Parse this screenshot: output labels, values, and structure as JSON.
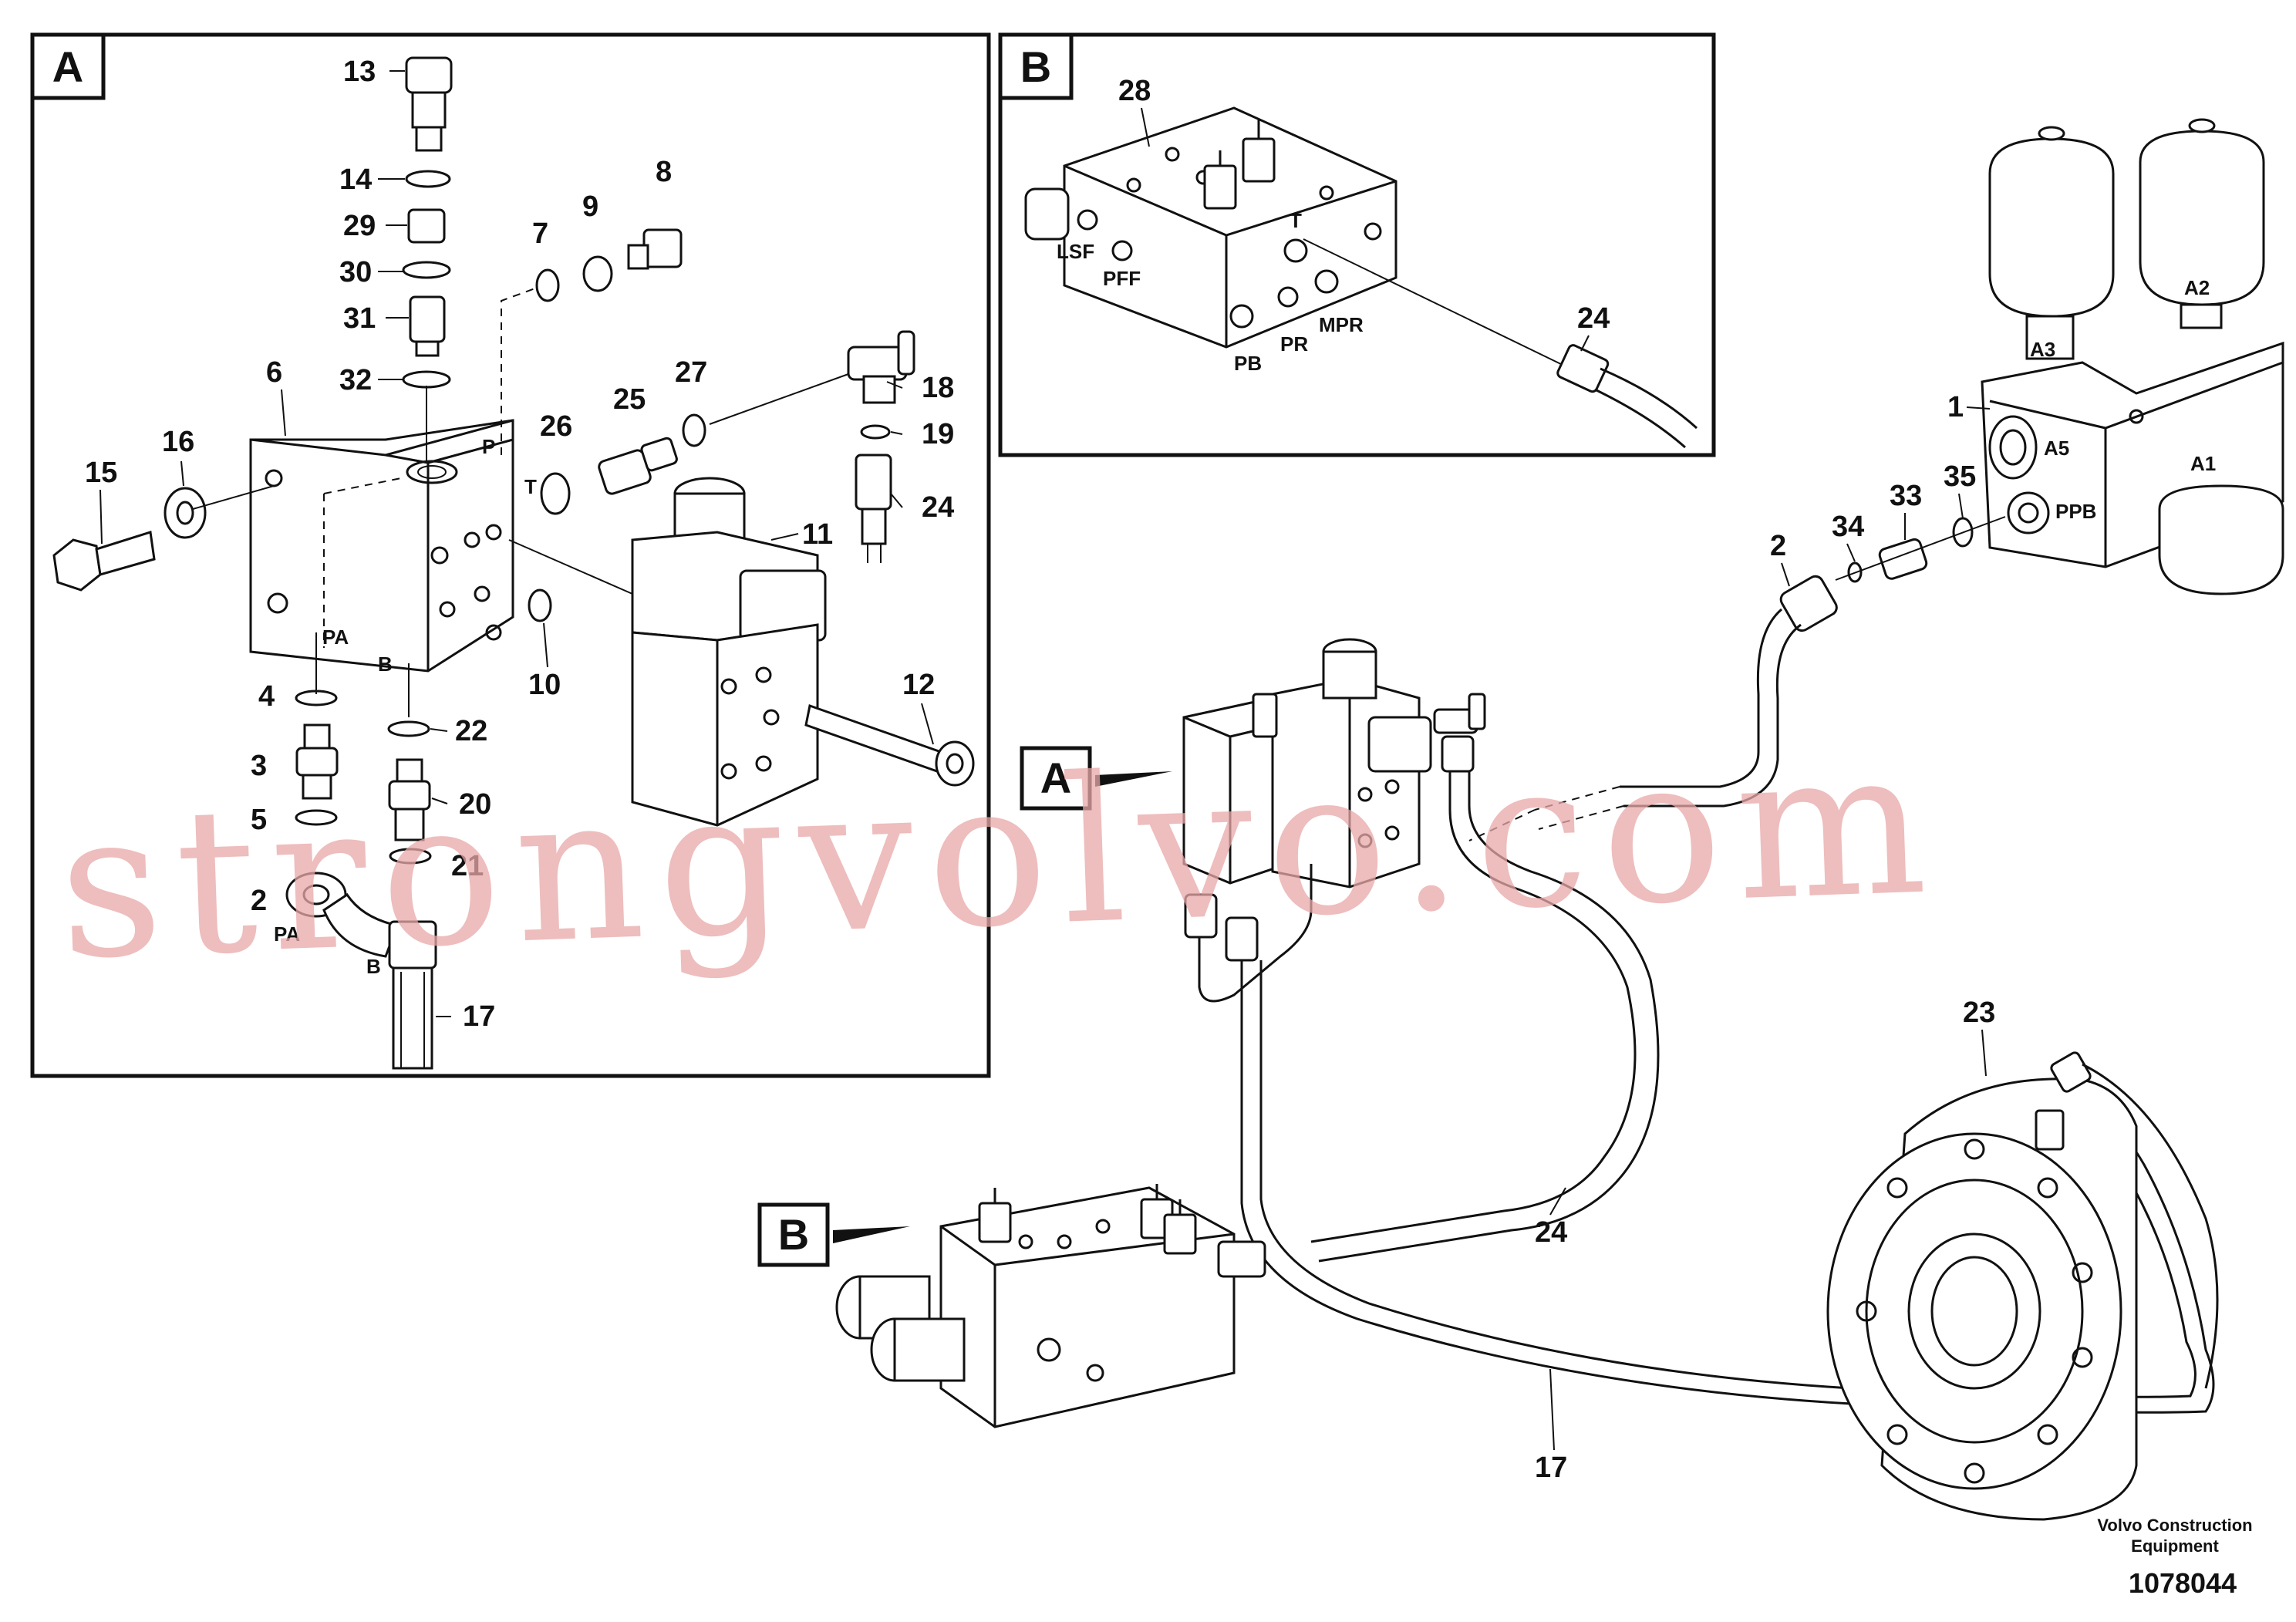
{
  "detail_a": {
    "letter": "A",
    "part_numbers": [
      "13",
      "14",
      "29",
      "30",
      "31",
      "32",
      "7",
      "9",
      "8",
      "6",
      "16",
      "15",
      "26",
      "25",
      "27",
      "18",
      "19",
      "24",
      "11",
      "10",
      "12",
      "4",
      "22",
      "3",
      "20",
      "5",
      "21",
      "2",
      "17"
    ],
    "port_labels": [
      "P",
      "T",
      "PA",
      "B",
      "PA",
      "B"
    ]
  },
  "detail_b": {
    "letter": "B",
    "part_numbers": [
      "28",
      "24"
    ],
    "port_labels": [
      "LSF",
      "PFF",
      "T",
      "PB",
      "PR",
      "MPR"
    ]
  },
  "main": {
    "part_numbers": [
      "1",
      "2",
      "34",
      "33",
      "35",
      "23",
      "24",
      "17"
    ],
    "port_labels": [
      "A3",
      "A2",
      "A5",
      "A1",
      "PPB"
    ],
    "callout_a": "A",
    "callout_b": "B"
  },
  "watermark": "strongvolvo.com",
  "footer": {
    "line1": "Volvo Construction",
    "line2": "Equipment",
    "doc_number": "1078044"
  }
}
